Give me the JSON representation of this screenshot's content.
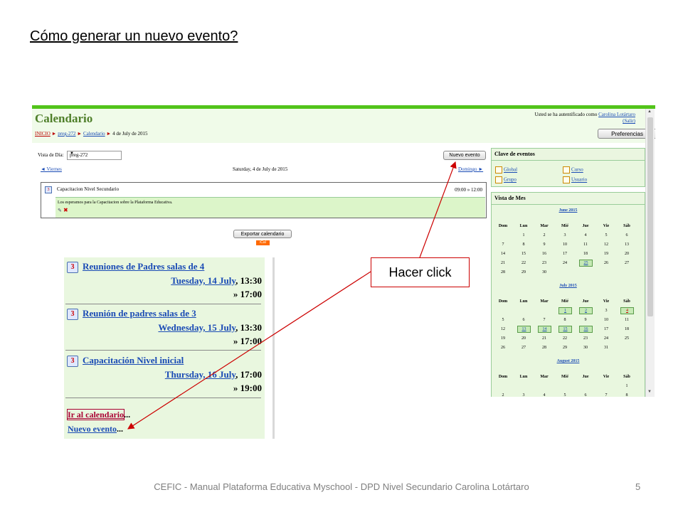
{
  "slide": {
    "title": "Cómo generar un nuevo evento?",
    "footer": "CEFIC - Manual Plataforma Educativa Myschool - DPD Nivel Secundario Carolina Lotártaro",
    "page_number": "5",
    "callout": "Hacer click"
  },
  "app": {
    "title": "Calendario",
    "login_prefix": "Usted se ha autentificado como ",
    "login_user": "Carolina Lotártaro",
    "logout": "(Salir)",
    "breadcrumb": [
      "INICIO",
      "preg-272",
      "Calendario",
      "4 de July de 2015"
    ],
    "preferences_button": "Preferencias ..."
  },
  "day_view": {
    "label": "Vista de Día:",
    "selected": "preg-272",
    "new_event_button": "Nuevo evento",
    "prev": "◄ Viernes",
    "date": "Saturday, 4 de July de 2015",
    "next": "Domingo ►",
    "event": {
      "name": "Capacitacion Nivel Secundario",
      "time": "09:00 » 12:00",
      "description": "Los esperamos para la Capacitacion sobre la Plataforma Educativa."
    },
    "export_button": "Exportar calendario",
    "ical": "iCal"
  },
  "legend": {
    "title": "Clave de eventos",
    "items": [
      "Global",
      "Curso",
      "Grupo",
      "Usuario"
    ]
  },
  "month_view": {
    "title": "Vista de Mes",
    "weekdays": [
      "Dom",
      "Lun",
      "Mar",
      "Mié",
      "Jue",
      "Vie",
      "Sáb"
    ],
    "months": [
      {
        "name": "June 2015",
        "weeks": [
          [
            "",
            "1",
            "2",
            "3",
            "4",
            "5",
            "6"
          ],
          [
            "7",
            "8",
            "9",
            "10",
            "11",
            "12",
            "13"
          ],
          [
            "14",
            "15",
            "16",
            "17",
            "18",
            "19",
            "20"
          ],
          [
            "21",
            "22",
            "23",
            "24",
            "25",
            "26",
            "27"
          ],
          [
            "28",
            "29",
            "30",
            "",
            "",
            "",
            ""
          ]
        ]
      },
      {
        "name": "July 2015",
        "weeks": [
          [
            "",
            "",
            "",
            "1",
            "2",
            "3",
            "4"
          ],
          [
            "5",
            "6",
            "7",
            "8",
            "9",
            "10",
            "11"
          ],
          [
            "12",
            "13",
            "14",
            "15",
            "16",
            "17",
            "18"
          ],
          [
            "19",
            "20",
            "21",
            "22",
            "23",
            "24",
            "25"
          ],
          [
            "26",
            "27",
            "28",
            "29",
            "30",
            "31",
            ""
          ]
        ]
      },
      {
        "name": "August 2015",
        "weeks": [
          [
            "",
            "",
            "",
            "",
            "",
            "",
            "1"
          ],
          [
            "2",
            "3",
            "4",
            "5",
            "6",
            "7",
            "8"
          ]
        ]
      }
    ]
  },
  "upcoming": {
    "events": [
      {
        "name": "Reuniones de Padres salas de 4",
        "date": "Tuesday, 14 July",
        "start": ", 13:30",
        "end": "» 17:00"
      },
      {
        "name": "Reunión de padres salas de 3",
        "date": "Wednesday, 15 July",
        "start": ", 13:30",
        "end": "» 17:00"
      },
      {
        "name": "Capacitación Nivel inicial",
        "date": "Thursday, 16 July",
        "start": ", 17:00",
        "end": "» 19:00"
      }
    ],
    "goto_calendar": "Ir al calendario",
    "new_event": "Nuevo evento",
    "ellipsis": "..."
  }
}
